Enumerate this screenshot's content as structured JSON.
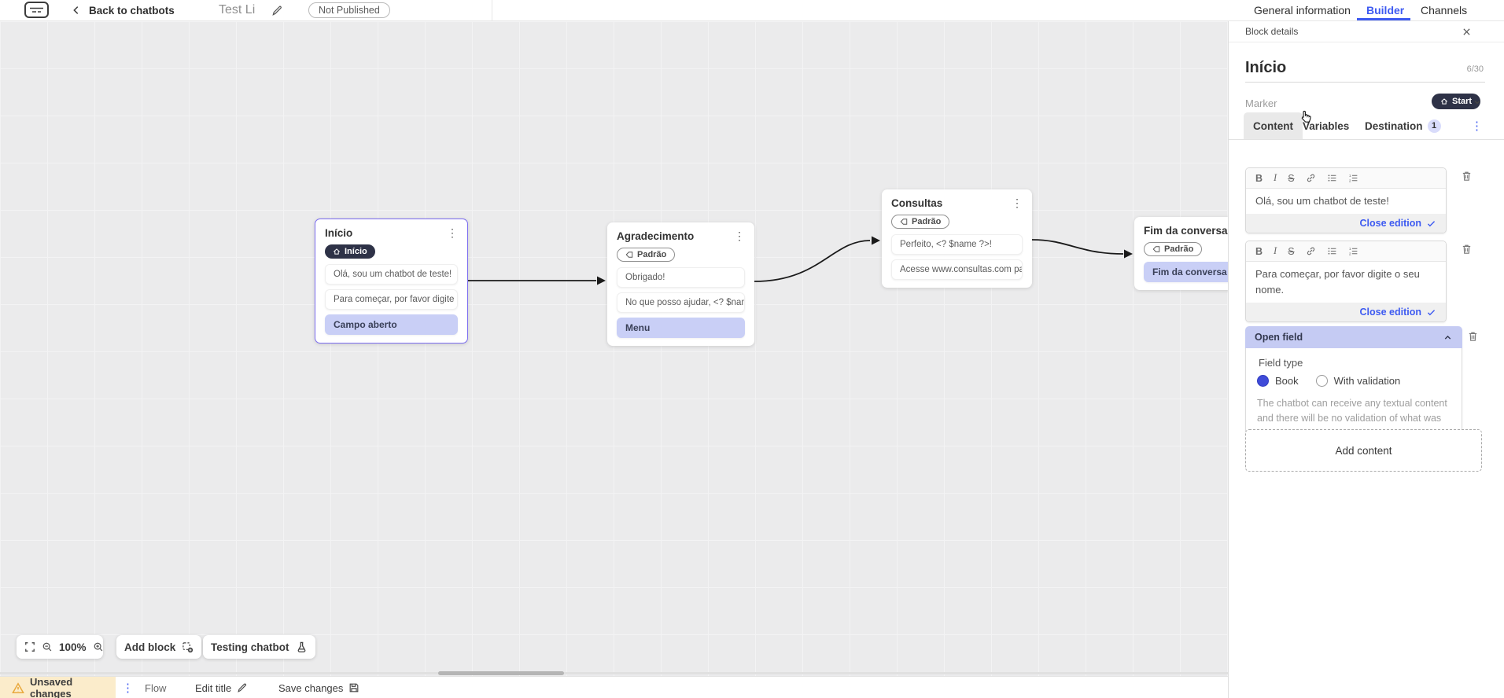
{
  "topbar": {
    "back_label": "Back to chatbots",
    "title": "Test Li",
    "status_badge": "Not Published",
    "tabs": [
      {
        "label": "General information",
        "active": false
      },
      {
        "label": "Builder",
        "active": true
      },
      {
        "label": "Channels",
        "active": false
      }
    ]
  },
  "panel": {
    "header": "Block details",
    "block_name": "Início",
    "char_count": "6/30",
    "marker_label": "Marker",
    "marker_value": "Start",
    "tabs": [
      {
        "label": "Content",
        "active": true
      },
      {
        "label": "Variables",
        "active": false
      },
      {
        "label": "Destination",
        "active": false,
        "badge": "1"
      }
    ],
    "editors": [
      {
        "text": "Olá, sou um chatbot de teste!",
        "close_label": "Close edition"
      },
      {
        "text": "Para começar, por favor digite o seu nome.",
        "close_label": "Close edition"
      }
    ],
    "open_field": {
      "title": "Open field",
      "field_type_label": "Field type",
      "options": [
        {
          "label": "Book",
          "selected": true
        },
        {
          "label": "With validation",
          "selected": false
        }
      ],
      "description": "The chatbot can receive any textual content and there will be no validation of what was typed."
    },
    "add_content_label": "Add content"
  },
  "canvas": {
    "blocks": [
      {
        "title": "Início",
        "marker": "Início",
        "rows": [
          {
            "text": "Olá, sou um chatbot de teste!"
          },
          {
            "text": "Para começar, por favor digite o ..."
          },
          {
            "text": "Campo aberto"
          }
        ]
      },
      {
        "title": "Agradecimento",
        "marker": "Padrão",
        "rows": [
          {
            "text": "Obrigado!"
          },
          {
            "text": "No que posso ajudar, <? $name ..."
          },
          {
            "text": "Menu"
          }
        ]
      },
      {
        "title": "Consultas",
        "marker": "Padrão",
        "rows": [
          {
            "text": "Perfeito, <? $name ?>!"
          },
          {
            "text": "Acesse www.consultas.com par..."
          }
        ]
      },
      {
        "title": "Fim da conversa",
        "marker": "Padrão",
        "rows": [
          {
            "text": "Fim da conversa"
          }
        ]
      }
    ]
  },
  "controls": {
    "zoom_level": "100%",
    "add_block_label": "Add block",
    "testing_label": "Testing chatbot"
  },
  "statusbar": {
    "unsaved_label": "Unsaved changes",
    "flow_label": "Flow",
    "edit_title_label": "Edit title",
    "save_label": "Save changes"
  },
  "colors": {
    "accent_blue": "#3d5af1",
    "selected_border": "#7b6cf0",
    "dark_pill": "#2e3247",
    "lavender": "#c9cff6",
    "warning_bg": "#fbeccb",
    "warning_icon": "#e9a93d"
  }
}
